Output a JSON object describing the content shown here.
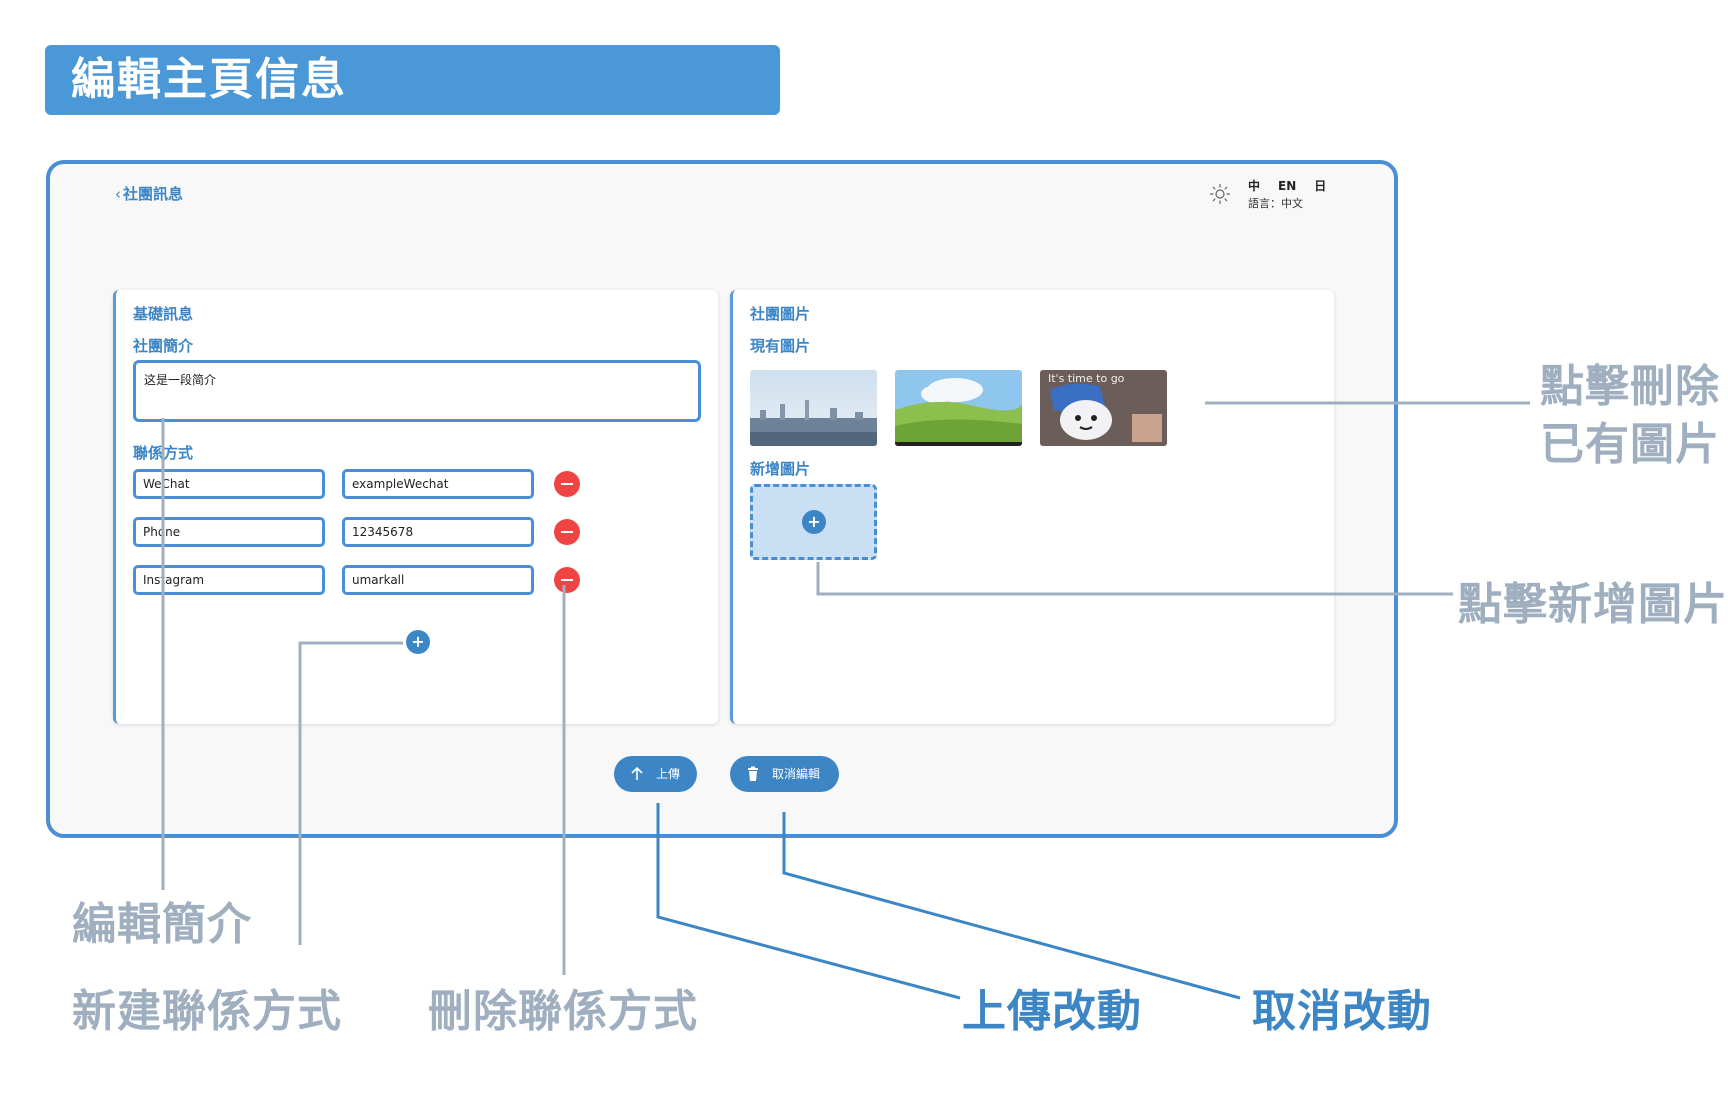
{
  "banner": {
    "title": "編輯主頁信息"
  },
  "app": {
    "back_label": "社團訊息",
    "lang_options": [
      "中",
      "EN",
      "日"
    ],
    "lang_label": "語言：中文",
    "icon_names": {
      "back": "chevron-left-icon",
      "theme": "sun-icon",
      "add": "plus-icon",
      "remove": "minus-icon",
      "upload": "arrow-up-icon",
      "cancel": "trash-icon"
    }
  },
  "basic": {
    "heading": "基礎訊息",
    "intro_label": "社團簡介",
    "intro_value": "这是一段简介",
    "contact_label": "聯係方式",
    "contacts": [
      {
        "type": "WeChat",
        "value": "exampleWechat"
      },
      {
        "type": "Phone",
        "value": "12345678"
      },
      {
        "type": "Instagram",
        "value": "umarkall"
      }
    ]
  },
  "images": {
    "heading": "社團圖片",
    "existing_label": "現有圖片",
    "new_label": "新增圖片",
    "thumb_text": "It's time to go"
  },
  "actions": {
    "upload_label": "上傳",
    "cancel_label": "取消編輯"
  },
  "annotations": {
    "delete_images_line1": "點擊刪除",
    "delete_images_line2": "已有圖片",
    "add_image": "點擊新增圖片",
    "edit_intro": "編輯簡介",
    "new_contact": "新建聯係方式",
    "delete_contact": "刪除聯係方式",
    "upload_changes": "上傳改動",
    "cancel_changes": "取消改動"
  },
  "colors": {
    "accent": "#4a98d8",
    "delete": "#ef4444",
    "annotation_gray": "#a0afbf",
    "annotation_blue": "#3d86c6"
  }
}
